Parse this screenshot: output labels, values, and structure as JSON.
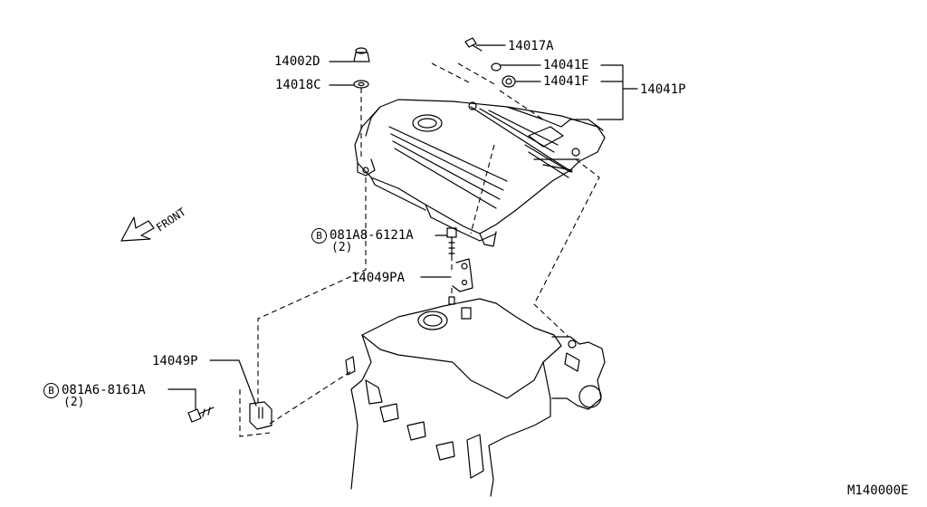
{
  "diagram_id": "M140000E",
  "front_label": "FRONT",
  "parts": {
    "nut_top": "14002D",
    "washer_top": "14018C",
    "bolt_a": "14017A",
    "grommet_e": "14041E",
    "grommet_f": "14041F",
    "cover_assy": "14041P",
    "bolt_mid": "081A8-6121A",
    "bolt_mid_qty": "(2)",
    "bracket_mid": "14049PA",
    "bracket_low": "14049P",
    "bolt_low": "081A6-8161A",
    "bolt_low_qty": "(2)",
    "bolt_prefix": "B"
  }
}
